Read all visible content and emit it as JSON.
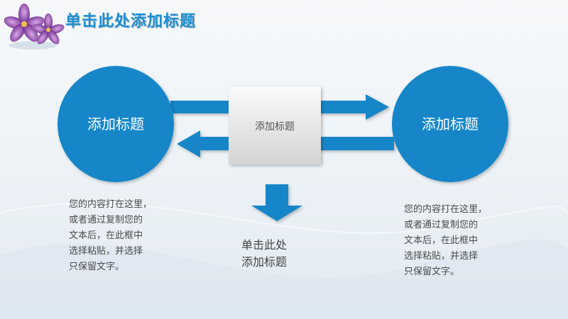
{
  "slide": {
    "title": "单击此处添加标题"
  },
  "diagram": {
    "left_circle_label": "添加标题",
    "right_circle_label": "添加标题",
    "center_box_label": "添加标题",
    "bottom_title_line1": "单击此处",
    "bottom_title_line2": "添加标题",
    "left_text": [
      "您的内容打在这里，",
      "或者通过复制您的",
      "文本后，在此框中",
      "选择粘贴，并选择",
      "只保留文字。"
    ],
    "right_text": [
      "您的内容打在这里，",
      "或者通过复制您的",
      "文本后，在此框中",
      "选择粘贴，并选择",
      "只保留文字。"
    ]
  },
  "colors": {
    "primary_blue": "#1586c9",
    "title_blue": "#1a8fd4",
    "box_gray": "#e6e6e6"
  },
  "icons": {
    "logo": "purple-crocus-flower-icon"
  }
}
